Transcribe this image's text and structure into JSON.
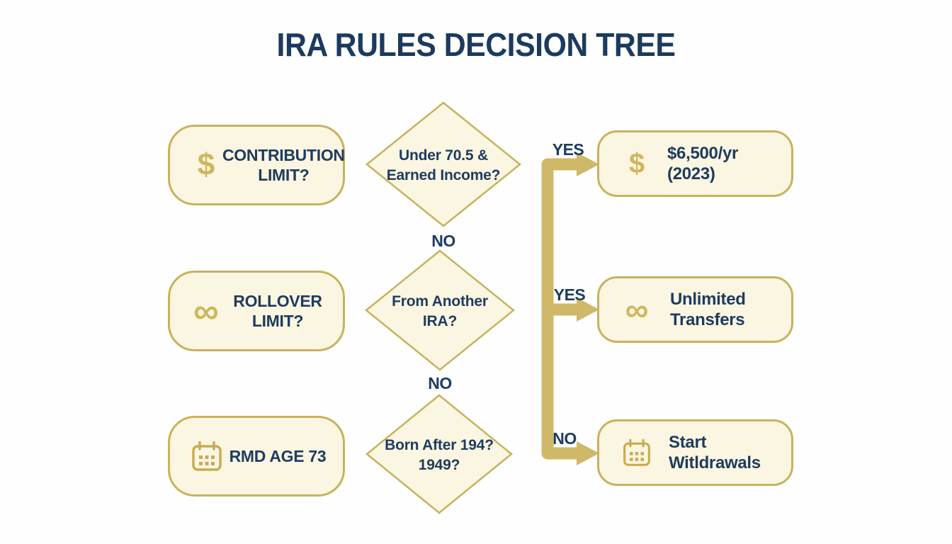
{
  "title": "IRA RULES DECISION TREE",
  "palette": {
    "navy": "#1e3c60",
    "gold_border": "#c8b25c",
    "gold_flow": "#cfb968",
    "cream_fill": "#fbf6e1"
  },
  "rows": [
    {
      "source": {
        "icon": "dollar-icon",
        "glyph": "$",
        "line1": "CONTRIBUTION",
        "line2": "LIMIT?"
      },
      "decision": {
        "line1": "Under 70.5 &",
        "line2": "Earned Income?"
      },
      "decision_no": "NO",
      "branch": "YES",
      "result": {
        "icon": "dollar-icon",
        "glyph": "$",
        "label": "$6,500/yr (2023)"
      }
    },
    {
      "source": {
        "icon": "infinity-icon",
        "glyph": "∞",
        "line1": "ROLLOVER",
        "line2": "LIMIT?"
      },
      "decision": {
        "line1": "From Another",
        "line2": "IRA?"
      },
      "decision_no": "NO",
      "branch": "YES",
      "result": {
        "icon": "infinity-icon",
        "glyph": "∞",
        "label": "Unlimited Transfers"
      }
    },
    {
      "source": {
        "icon": "calendar-icon",
        "line1": "RMD AGE 73",
        "line2": ""
      },
      "decision": {
        "line1": "Born After 194?",
        "line2": "1949?"
      },
      "branch": "NO",
      "result": {
        "icon": "calendar-icon",
        "label": "Start Witldrawals"
      }
    }
  ]
}
